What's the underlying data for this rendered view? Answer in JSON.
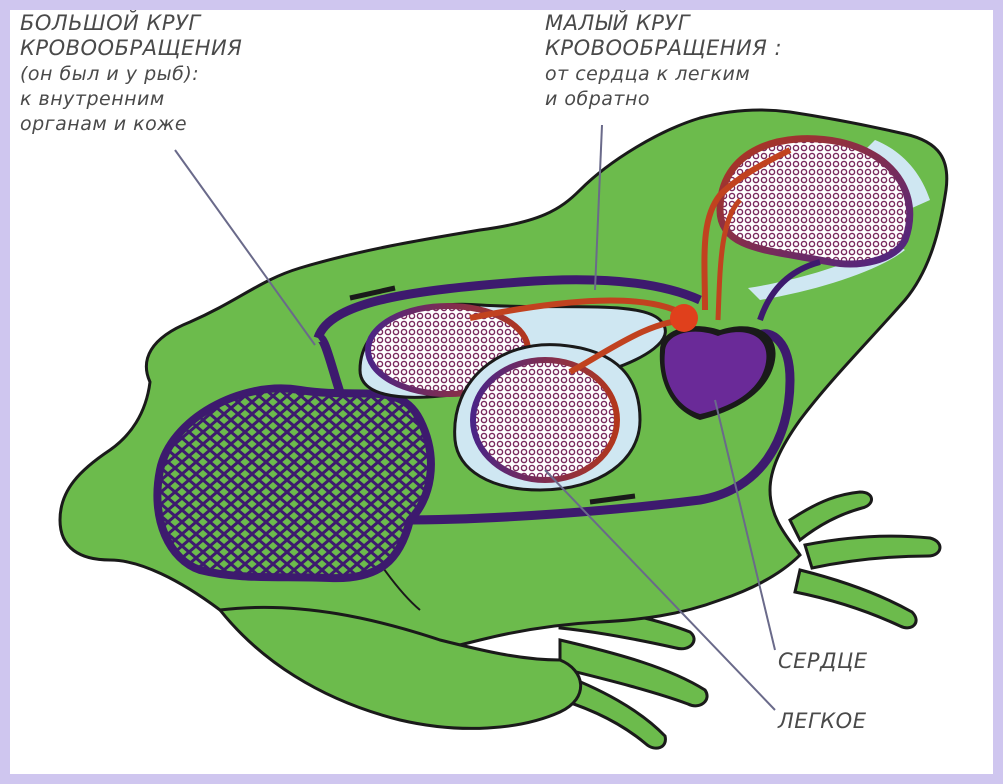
{
  "labels": {
    "systemic": [
      "БОЛЬШОЙ КРУГ",
      "КРОВООБРАЩЕНИЯ",
      "(он был и у рыб):",
      "к внутренним",
      "органам и коже"
    ],
    "pulmonary": [
      "МАЛЫЙ КРУГ",
      "КРОВООБРАЩЕНИЯ :",
      "от сердца к легким",
      "и обратно"
    ],
    "heart": "СЕРДЦЕ",
    "lung": "ЛЕГКОЕ"
  },
  "colors": {
    "background": "#cfc6ef",
    "body": "#6cbb4c",
    "outline": "#1a1a1a",
    "venous": "#3d1a6e",
    "arterial": "#c1421f",
    "heart": "#6a2a98",
    "lung_sac": "#cfe7f2"
  }
}
